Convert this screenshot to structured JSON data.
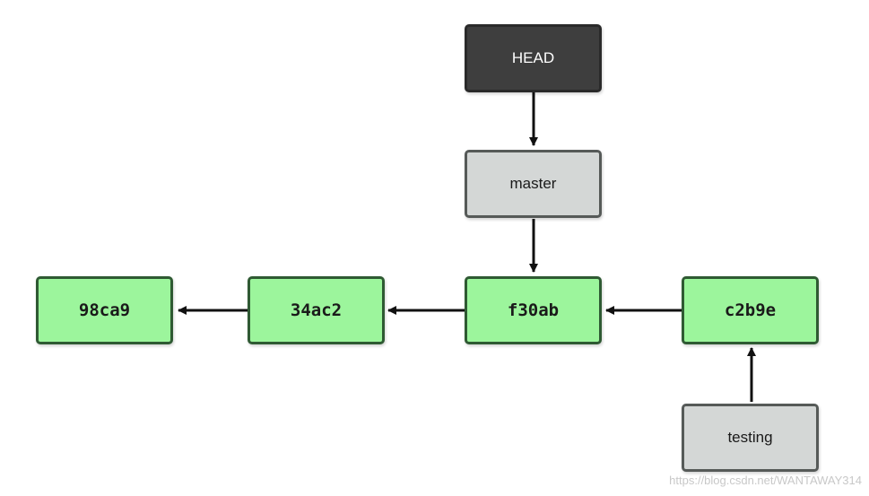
{
  "nodes": {
    "head": {
      "label": "HEAD",
      "kind": "pointer"
    },
    "master": {
      "label": "master",
      "kind": "branch"
    },
    "testing": {
      "label": "testing",
      "kind": "branch"
    },
    "commits": [
      {
        "id": "98ca9"
      },
      {
        "id": "34ac2"
      },
      {
        "id": "f30ab"
      },
      {
        "id": "c2b9e"
      }
    ]
  },
  "edges": [
    {
      "from": "head",
      "to": "master"
    },
    {
      "from": "master",
      "to": "f30ab"
    },
    {
      "from": "34ac2",
      "to": "98ca9"
    },
    {
      "from": "f30ab",
      "to": "34ac2"
    },
    {
      "from": "c2b9e",
      "to": "f30ab"
    },
    {
      "from": "testing",
      "to": "c2b9e"
    }
  ],
  "colors": {
    "commit_fill": "#9cf59c",
    "commit_border": "#2f5a33",
    "branch_fill": "#d4d7d6",
    "branch_border": "#565a58",
    "head_fill": "#3e3e3e",
    "arrow": "#111111"
  },
  "watermark": "https://blog.csdn.net/WANTAWAY314"
}
